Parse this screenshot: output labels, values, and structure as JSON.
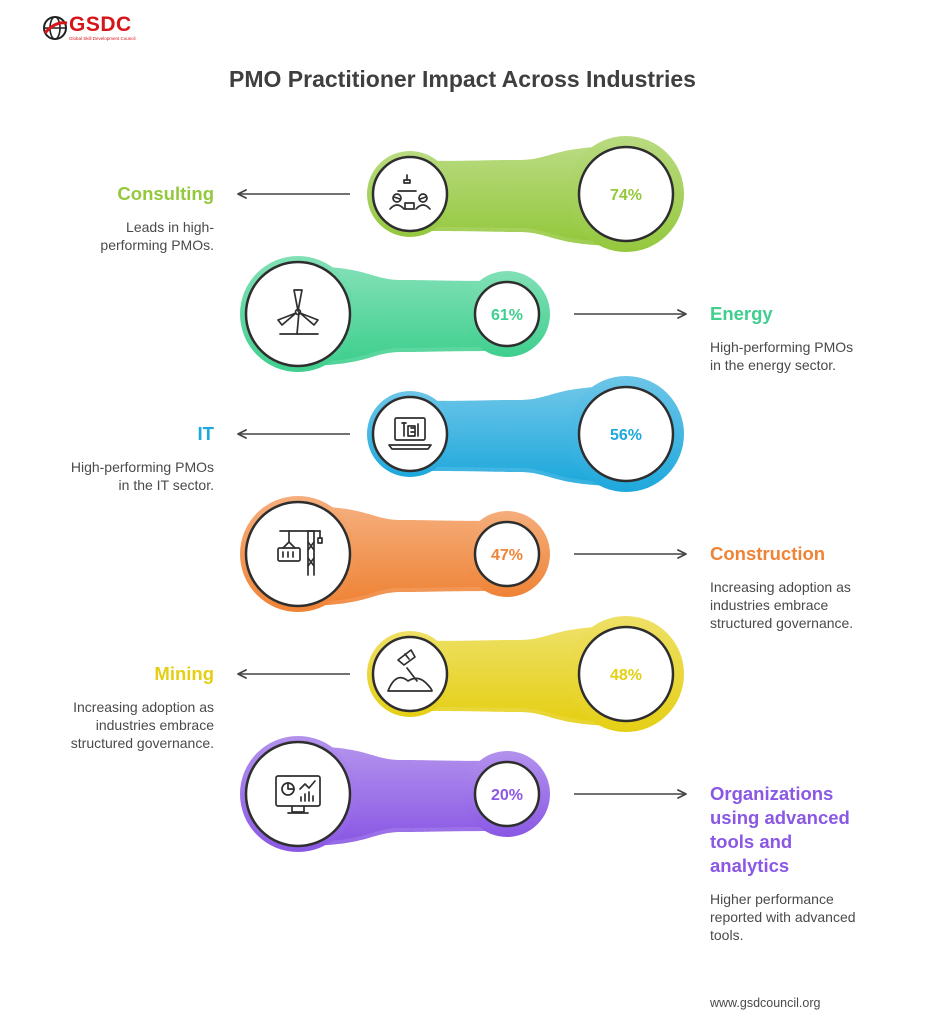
{
  "brand": {
    "name": "GSDC",
    "tagline": "Global Skill Development Council"
  },
  "title": "PMO Practitioner Impact Across Industries",
  "footer": "www.gsdcouncil.org",
  "rows": [
    {
      "label": "Consulting",
      "desc_lines": [
        "Leads in high-",
        "performing PMOs."
      ],
      "value": "74%",
      "color": "#94c83d",
      "icon": "meeting-icon"
    },
    {
      "label": "Energy",
      "desc_lines": [
        "High-performing PMOs",
        "in the energy sector."
      ],
      "value": "61%",
      "color": "#3fcf8e",
      "icon": "wind-turbine-icon"
    },
    {
      "label": "IT",
      "desc_lines": [
        "High-performing PMOs",
        "in the IT sector."
      ],
      "value": "56%",
      "color": "#1ea8dc",
      "icon": "laptop-icon"
    },
    {
      "label": "Construction",
      "desc_lines": [
        "Increasing adoption as",
        "industries embrace",
        "structured governance."
      ],
      "value": "47%",
      "color": "#ef8336",
      "icon": "crane-icon"
    },
    {
      "label": "Mining",
      "desc_lines": [
        "Increasing adoption as",
        "industries embrace",
        "structured governance."
      ],
      "value": "48%",
      "color": "#e5cf14",
      "icon": "shovel-icon"
    },
    {
      "label_lines": [
        "Organizations",
        "using advanced",
        "tools and",
        "analytics"
      ],
      "desc_lines": [
        "Higher performance",
        "reported with advanced",
        "tools."
      ],
      "value": "20%",
      "color": "#8a58e4",
      "icon": "analytics-monitor-icon"
    }
  ]
}
